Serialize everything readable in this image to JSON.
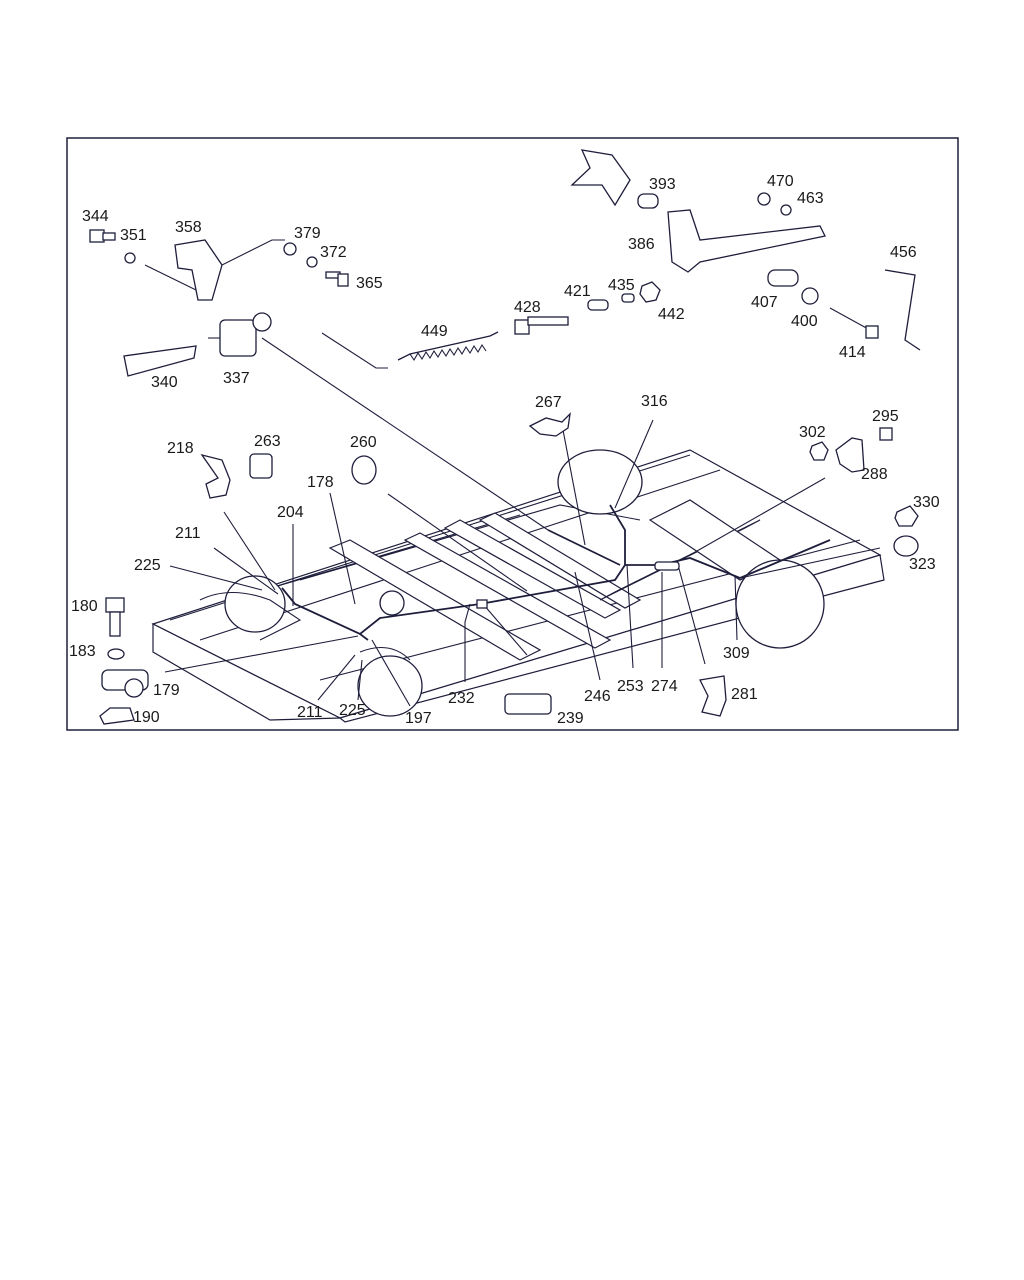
{
  "colors": {
    "line": "#1e1e3c",
    "background": "#ffffff",
    "border": "#1e1e3c"
  },
  "labels": {
    "l344": "344",
    "l351": "351",
    "l358": "358",
    "l379": "379",
    "l372": "372",
    "l365": "365",
    "l393": "393",
    "l386": "386",
    "l470": "470",
    "l463": "463",
    "l456": "456",
    "l428": "428",
    "l421": "421",
    "l435": "435",
    "l442": "442",
    "l449": "449",
    "l407": "407",
    "l400": "400",
    "l414": "414",
    "l340": "340",
    "l337": "337",
    "l267": "267",
    "l316": "316",
    "l218": "218",
    "l263": "263",
    "l260": "260",
    "l178": "178",
    "l204": "204",
    "l211a": "211",
    "l225a": "225",
    "l302": "302",
    "l295": "295",
    "l288": "288",
    "l330": "330",
    "l323": "323",
    "l180": "180",
    "l183": "183",
    "l179": "179",
    "l190": "190",
    "l211b": "211",
    "l225b": "225",
    "l197": "197",
    "l232": "232",
    "l239": "239",
    "l246": "246",
    "l253": "253",
    "l274": "274",
    "l309": "309",
    "l281": "281"
  }
}
